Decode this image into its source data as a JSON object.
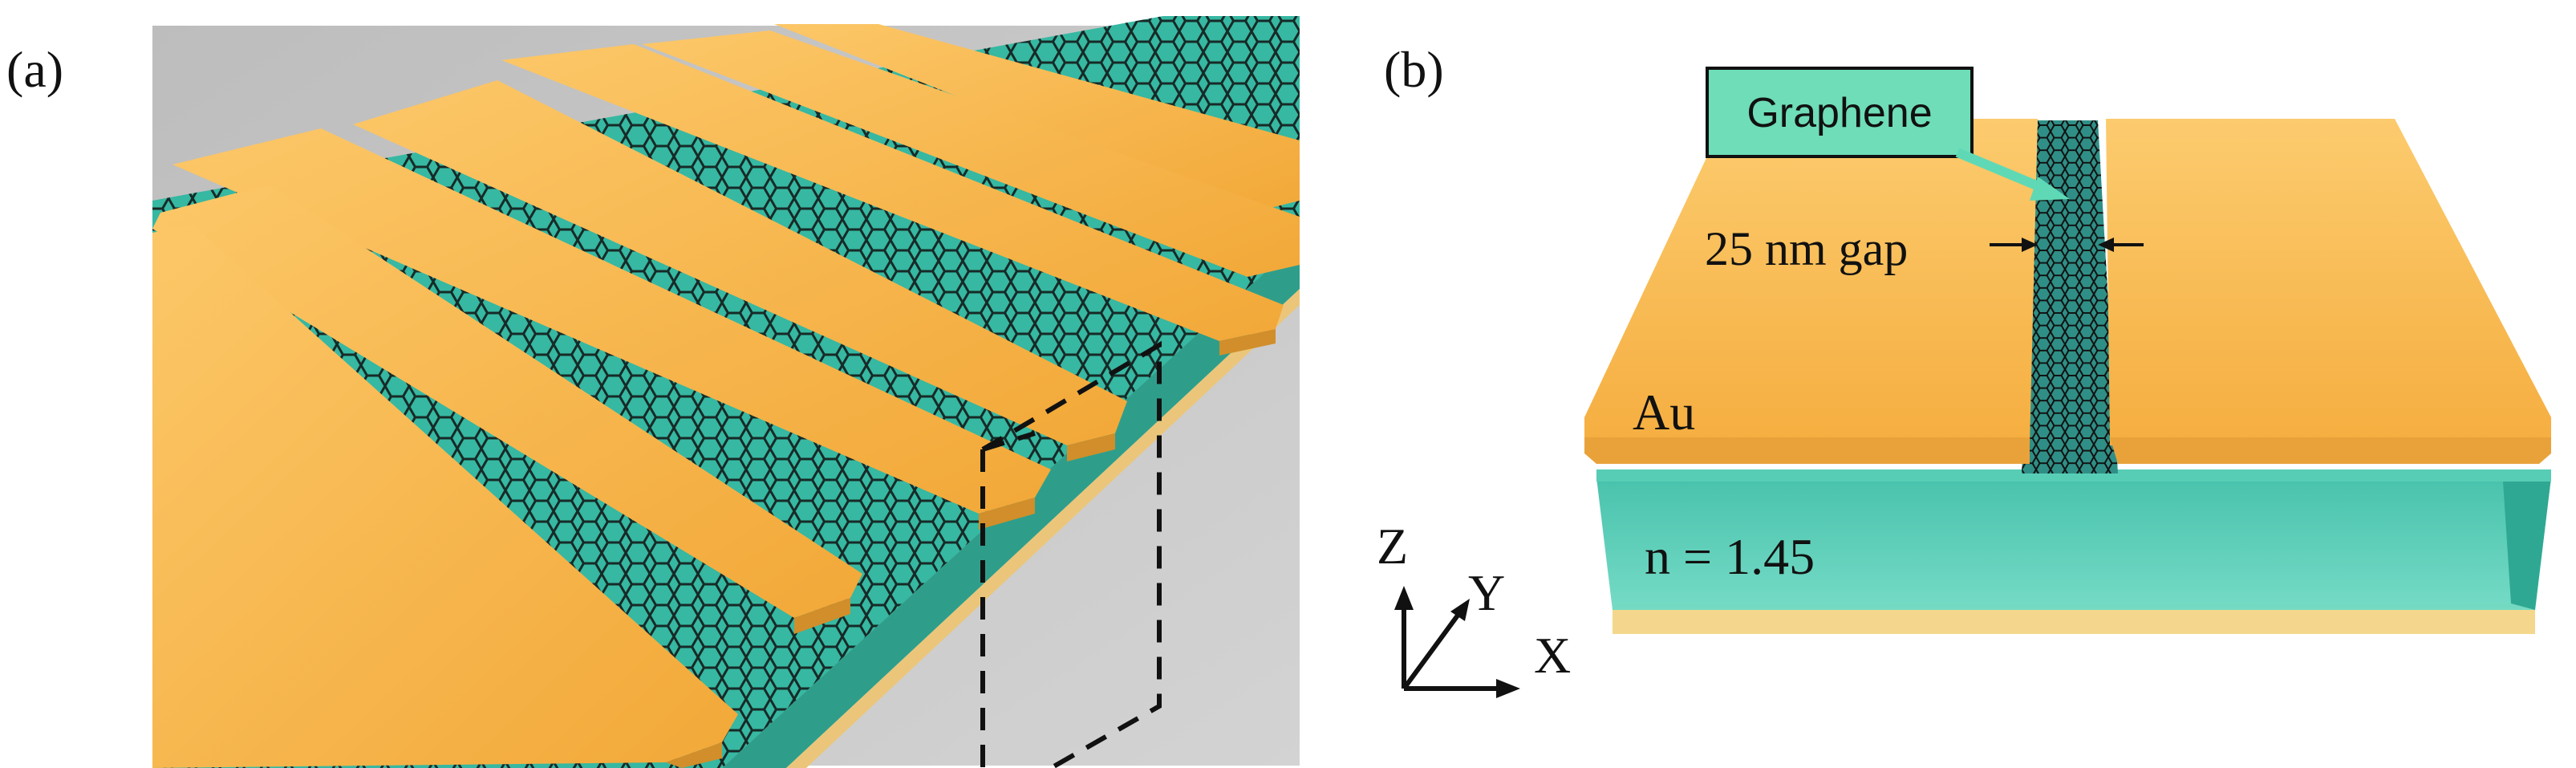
{
  "panels": [
    {
      "label": "(a)"
    },
    {
      "label": "(b)"
    }
  ],
  "annotations": {
    "material_label": "Graphene",
    "gap_label": "25 nm gap",
    "metal_label": "Au",
    "index_label": "n = 1.45"
  },
  "axes": {
    "z": "Z",
    "y": "Y",
    "x": "X"
  },
  "colors": {
    "gold": "#F7B245",
    "gold_light": "#FDD07A",
    "dielectric": "#4FC9B4",
    "dielectric_dark": "#2E8F7E",
    "substrate": "#F6D98E",
    "background_gray": "#C8C8C8",
    "callout_fill": "#6EDDB8",
    "graphene_lattice": "#111111"
  }
}
